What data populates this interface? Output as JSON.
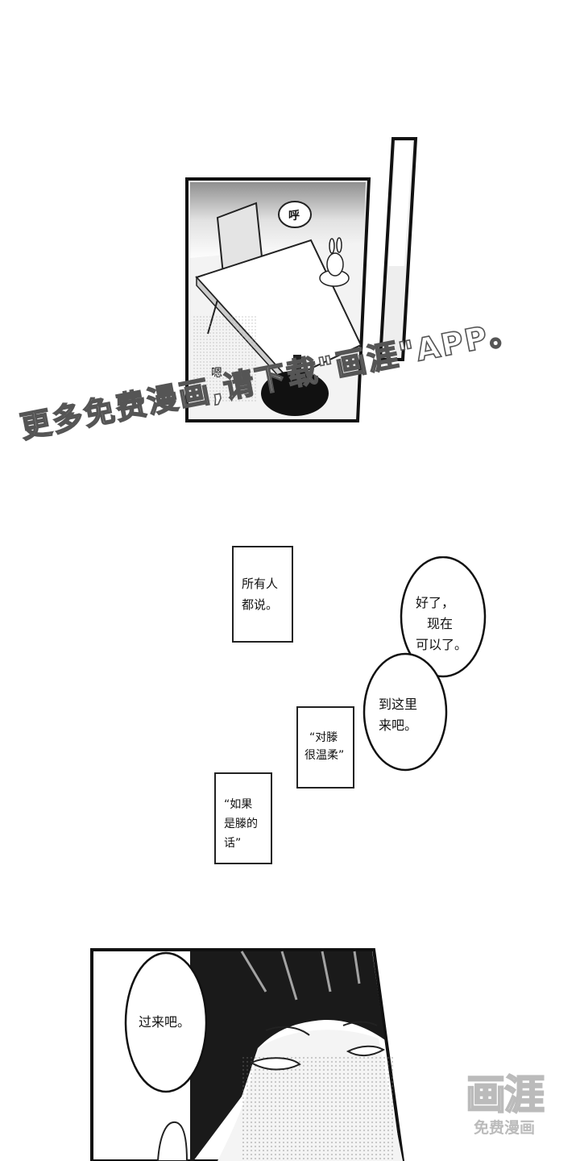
{
  "panel1": {
    "sfx_breath": "呼",
    "sfx_hum": "嗯"
  },
  "watermark": {
    "text": "更多免费漫画,请下载\"画涯\"APP。"
  },
  "captions": {
    "everyone_says": [
      "所有人",
      "都说。"
    ],
    "kind_to_knee": [
      "“对滕",
      "很温柔”"
    ],
    "if_teng": [
      "“如果",
      "是滕的",
      "话”"
    ]
  },
  "bubbles": {
    "ok_now": [
      "好了，",
      "现在",
      "可以了。"
    ],
    "come_here": [
      "到这里",
      "来吧。"
    ],
    "come_over": [
      "过来吧。"
    ]
  },
  "logo": {
    "glyph": "画涯",
    "subtitle": "免费漫画"
  }
}
